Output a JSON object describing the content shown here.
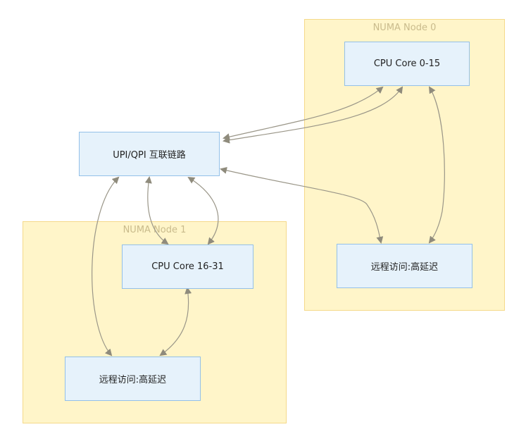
{
  "clusters": {
    "node0": {
      "label": "NUMA Node 0"
    },
    "node1": {
      "label": "NUMA Node 1"
    }
  },
  "nodes": {
    "interconnect": {
      "label": "UPI/QPI 互联链路"
    },
    "cpu0": {
      "label": "CPU Core 0-15"
    },
    "cpu1": {
      "label": "CPU Core 16-31"
    },
    "remote0": {
      "label": "远程访问:高延迟"
    },
    "remote1": {
      "label": "远程访问:高延迟"
    }
  },
  "colors": {
    "cluster_fill": "#fff5c9",
    "cluster_border": "#f5d98a",
    "node_fill": "#e6f2fb",
    "node_border": "#93c0e8",
    "edge": "#9a9688"
  }
}
